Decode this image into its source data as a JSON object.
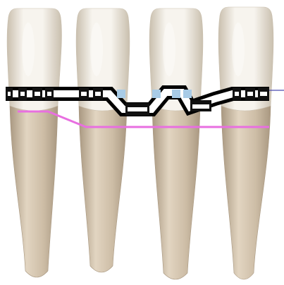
{
  "colors": {
    "background": "#ffffff",
    "crown_light": "#f7f4ee",
    "crown_mid": "#ece5d8",
    "crown_shadow": "#c9bfae",
    "root_light": "#e2d5c1",
    "root_mid": "#cdbda6",
    "root_shadow": "#a99881",
    "wire_outline": "#000000",
    "wire_fill": "#ffffff",
    "bracket_dark": "#111111",
    "bracket_blue": "#a8cbe6",
    "guide_line": "#e86fe0",
    "reference_line": "#4b4bb0"
  },
  "icons": {
    "tooth": "tooth-icon",
    "bracket": "bracket-icon"
  },
  "teeth": [
    {
      "name": "tooth-1"
    },
    {
      "name": "tooth-2"
    },
    {
      "name": "tooth-3"
    },
    {
      "name": "tooth-4"
    }
  ]
}
